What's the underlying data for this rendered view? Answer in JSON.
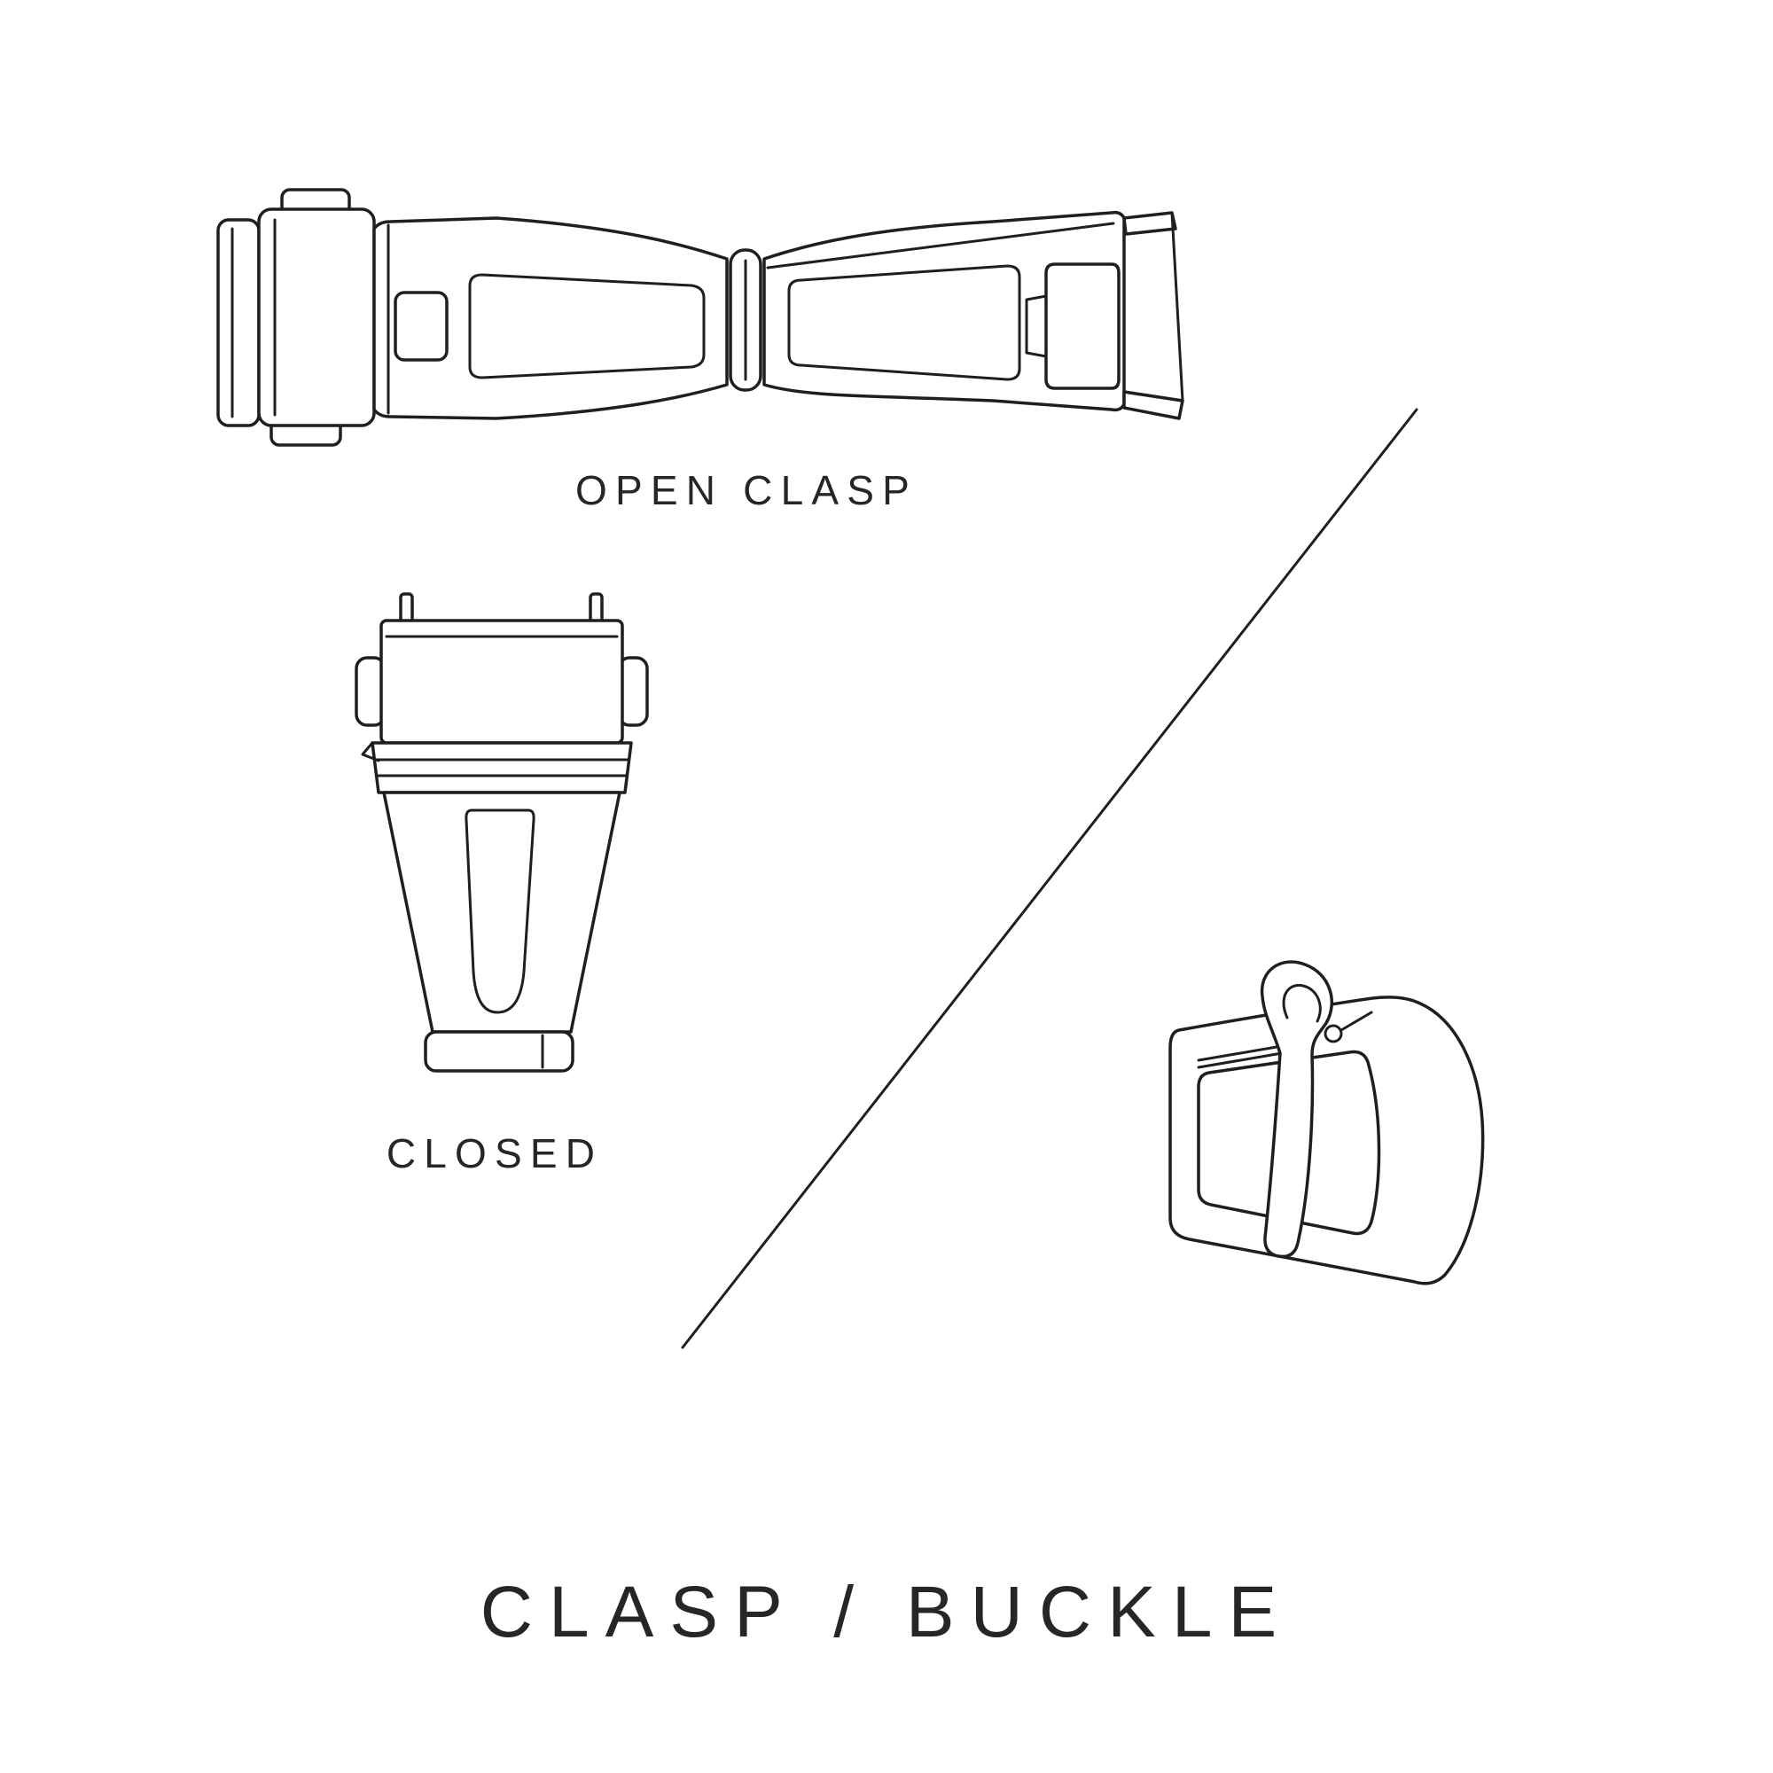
{
  "page": {
    "background": "#ffffff",
    "line_color": "#1f1f1f",
    "text_color": "#262626"
  },
  "labels": {
    "open_clasp": "OPEN CLASP",
    "closed": "CLOSED",
    "title": "CLASP / BUCKLE"
  },
  "illustrations": {
    "open_clasp_icon": "open-deployant-clasp-line-drawing",
    "closed_clasp_icon": "closed-deployant-clasp-line-drawing",
    "buckle_icon": "pin-buckle-line-drawing",
    "divider_icon": "diagonal-divider-line"
  }
}
